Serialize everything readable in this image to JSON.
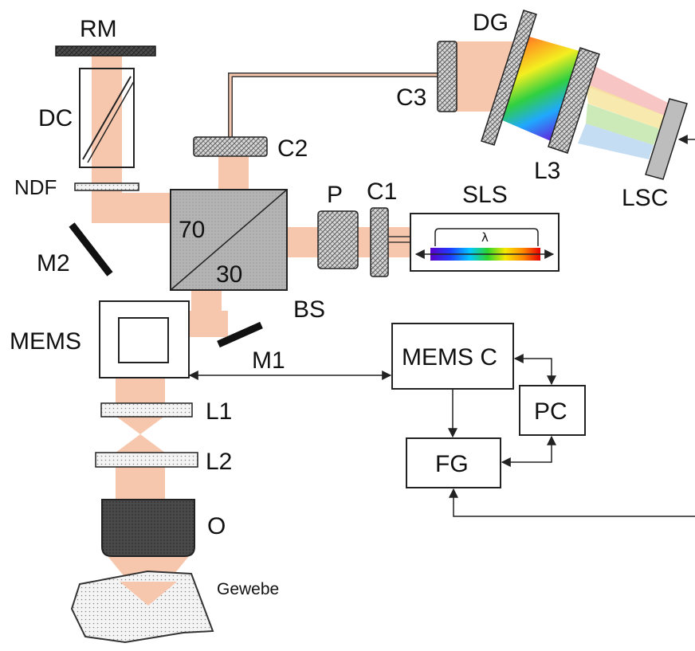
{
  "colors": {
    "beam": "#f7c7ad",
    "outline": "#222222",
    "box_fill": "#ffffff",
    "splitter_fill": "#b4b4b4",
    "objective_fill": "#4a4a4a",
    "lens_fill": "#efefef",
    "hatch_fill": "#c8c8c8"
  },
  "components": {
    "rm": "RM",
    "dc": "DC",
    "ndf": "NDF",
    "m2": "M2",
    "m1": "M1",
    "c2": "C2",
    "c3": "C3",
    "c1": "C1",
    "p": "P",
    "dg": "DG",
    "l3": "L3",
    "lsc": "LSC",
    "sls": "SLS",
    "bs": "BS",
    "memsLabel": "MEMS",
    "l1": "L1",
    "l2": "L2",
    "o": "O",
    "tissue": "Gewebe",
    "bsRatioTop": "70",
    "bsRatioBottom": "30",
    "lambda": "λ"
  },
  "electronics": {
    "memsController": "MEMS C",
    "pc": "PC",
    "fg": "FG"
  }
}
